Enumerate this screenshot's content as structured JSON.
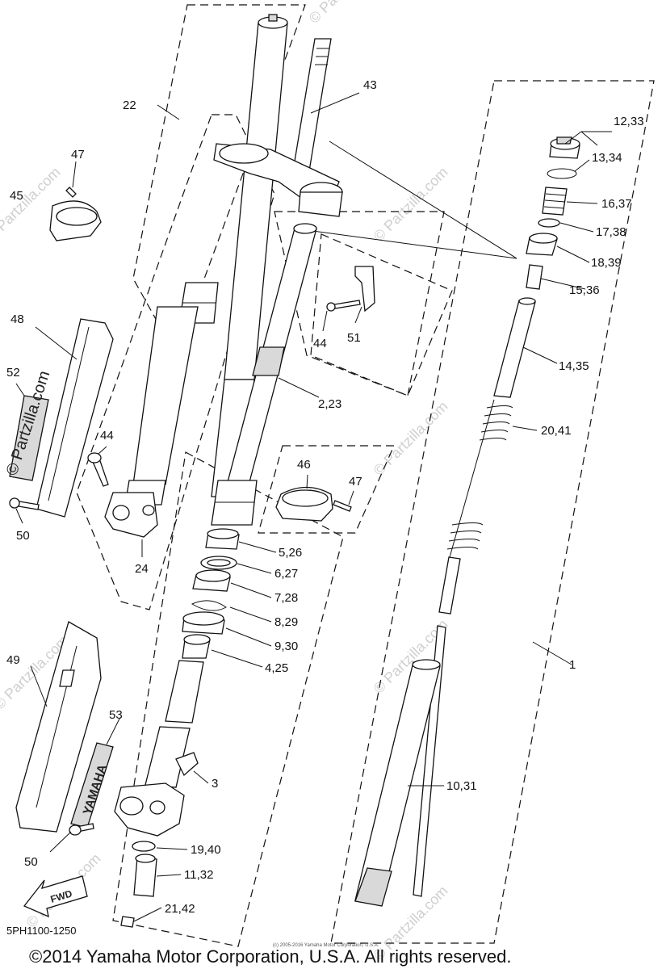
{
  "diagram_code": "5PH1100-1250",
  "copyright": "©2014 Yamaha Motor Corporation, U.S.A. All rights reserved.",
  "fine_print": "(c) 2005-2016 Yamaha Motor Corporation, U.S.A.",
  "watermark": "© Partzilla.com",
  "guard_brand": "YAMAHA",
  "fwd_label": "FWD",
  "callouts": {
    "c1": "1",
    "c2_23": "2,23",
    "c3": "3",
    "c4_25": "4,25",
    "c5_26": "5,26",
    "c6_27": "6,27",
    "c7_28": "7,28",
    "c8_29": "8,29",
    "c9_30": "9,30",
    "c10_31": "10,31",
    "c11_32": "11,32",
    "c12_33": "12,33",
    "c13_34": "13,34",
    "c14_35": "14,35",
    "c15_36": "15,36",
    "c16_37": "16,37",
    "c17_38": "17,38",
    "c18_39": "18,39",
    "c19_40": "19,40",
    "c20_41": "20,41",
    "c21_42": "21,42",
    "c22": "22",
    "c24": "24",
    "c43": "43",
    "c44a": "44",
    "c44b": "44",
    "c45": "45",
    "c46": "46",
    "c47a": "47",
    "c47b": "47",
    "c48": "48",
    "c49": "49",
    "c50a": "50",
    "c50b": "50",
    "c51": "51",
    "c52": "52",
    "c53": "53"
  }
}
